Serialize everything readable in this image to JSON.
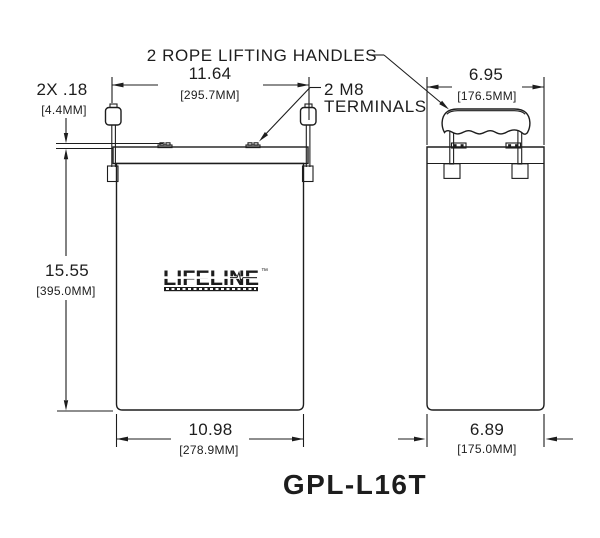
{
  "callouts": {
    "rope_handles": "2 ROPE LIFTING HANDLES",
    "m8_terminals_line1": "2 M8",
    "m8_terminals_line2": "TERMINALS"
  },
  "dimensions": {
    "handle_span": {
      "inches": "11.64",
      "metric": "[295.7mm]"
    },
    "terminal_height": {
      "inches": "2X .18",
      "metric": "[4.4mm]"
    },
    "overall_height": {
      "inches": "15.55",
      "metric": "[395.0mm]"
    },
    "base_width": {
      "inches": "10.98",
      "metric": "[278.9mm]"
    },
    "side_handle_span": {
      "inches": "6.95",
      "metric": "[176.5mm]"
    },
    "side_base_width": {
      "inches": "6.89",
      "metric": "[175.0mm]"
    }
  },
  "model": "GPL-L16T",
  "logo": {
    "wordmark": "LIFELINE",
    "trademark": "™"
  },
  "colors": {
    "line": "#1d1d1d",
    "background": "#ffffff"
  }
}
